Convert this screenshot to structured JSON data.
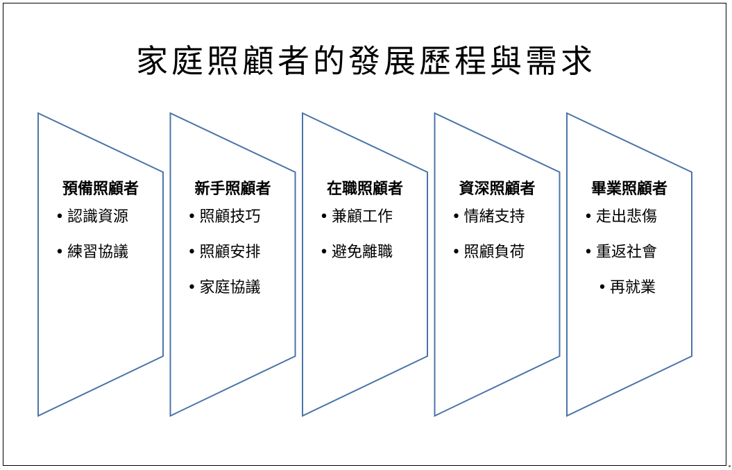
{
  "title": "家庭照顧者的發展歷程與需求",
  "stages": [
    {
      "title": "預備照顧者",
      "items": [
        "認識資源",
        "練習協議"
      ]
    },
    {
      "title": "新手照顧者",
      "items": [
        "照顧技巧",
        "照顧安排",
        "家庭協議"
      ]
    },
    {
      "title": "在職照顧者",
      "items": [
        "兼顧工作",
        "避免離職"
      ]
    },
    {
      "title": "資深照顧者",
      "items": [
        "情緒支持",
        "照顧負荷"
      ]
    },
    {
      "title": "畢業照顧者",
      "items": [
        "走出悲傷",
        "重返社會",
        "再就業"
      ]
    }
  ],
  "colors": {
    "shape_stroke": "#4a74a8",
    "text": "#000000"
  }
}
